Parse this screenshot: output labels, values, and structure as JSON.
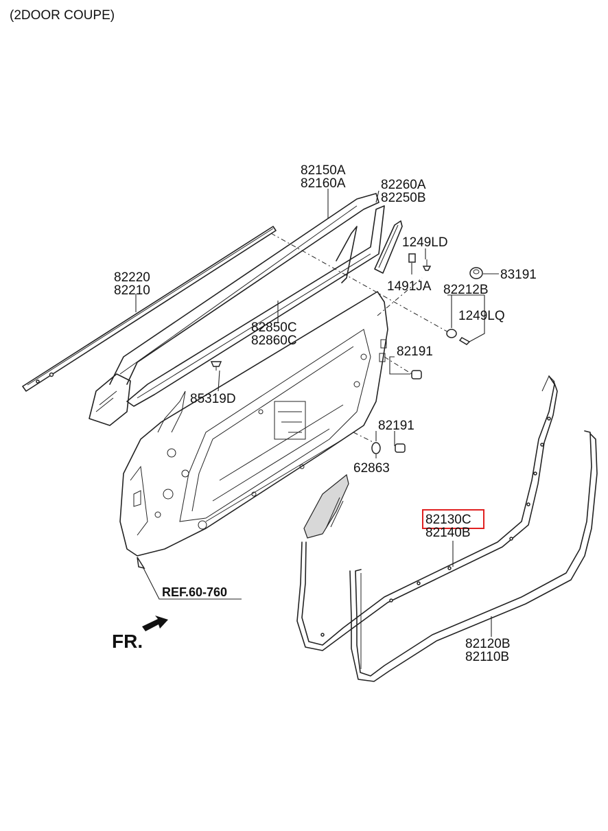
{
  "caption": "(2DOOR COUPE)",
  "labels": {
    "p82150A": "82150A",
    "p82160A": "82160A",
    "p82260A": "82260A",
    "p82250B": "82250B",
    "p1249LD": "1249LD",
    "p83191": "83191",
    "p1491JA": "1491JA",
    "p82212B": "82212B",
    "p1249LQ": "1249LQ",
    "p82220": "82220",
    "p82210": "82210",
    "p82850C": "82850C",
    "p82860C": "82860C",
    "p82191a": "82191",
    "p85319D": "85319D",
    "p82191b": "82191",
    "p62863": "62863",
    "p82130C": "82130C",
    "p82140B": "82140B",
    "p82120B": "82120B",
    "p82110B": "82110B",
    "ref": "REF.60-760",
    "fr": "FR."
  },
  "highlight_color": "#e02020"
}
